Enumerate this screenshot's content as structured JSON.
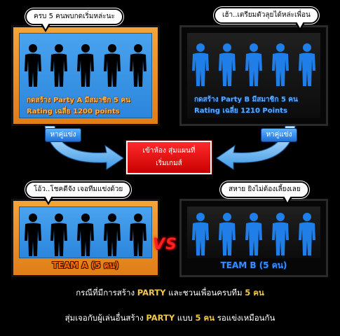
{
  "party_a": {
    "bubble": "ครบ 5 คนพบกดเริ่มหล่ะนะ",
    "line1": "กดสร้าง Party A มีสมาชิก 5 คน",
    "line2": "Rating เฉลี่ย 1200 points"
  },
  "party_b": {
    "bubble": "เฮ้า..เตรียมตัวลุยได้หล่ะเพื่อน",
    "line1": "กดสร้าง Party B มีสมาชิก 5 คน",
    "line2": "Rating เฉลี่ย 1210 Points"
  },
  "find_match_label": "หาคู่แข่ง",
  "center_box": {
    "line1": "เข้าห้อง สุ่มแผนที่",
    "line2": "เริ่มเกมส์"
  },
  "team_a": {
    "bubble": "โอ้ว..โชคดีจัง เจอทีมแข่งด้วย",
    "label": "TEAM A (5 คน)"
  },
  "team_b": {
    "bubble": "สหาย ยิงไม่ต้องเลี้ยงเลย",
    "label": "TEAM B (5 คน)"
  },
  "vs_label": "VS",
  "bottom": {
    "line1_pre": "กรณีที่มีการสร้าง ",
    "line1_party": "PARTY",
    "line1_mid": " และชวนเพื่อนครบทีม ",
    "line1_count": "5 คน",
    "line2_pre": "สุ่มเจอกับผู้เล่นอื่นสร้าง ",
    "line2_party": "PARTY",
    "line2_mid": " แบบ ",
    "line2_count": "5 คน",
    "line2_post": " รอแข่งเหมือนกัน"
  },
  "colors": {
    "orange_frame": "#e88a20",
    "blue_inner": "#3a95e8",
    "person_black": "#000000",
    "person_blue": "#1f7ee8",
    "red_box": "#e00000",
    "highlight_gold": "#f2c84a"
  },
  "icons": {
    "person": "person-silhouette-icon",
    "arrow": "curved-arrow-icon"
  }
}
